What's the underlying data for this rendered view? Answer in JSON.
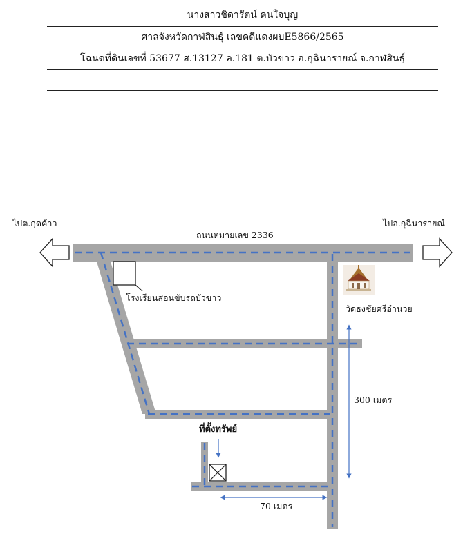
{
  "header": {
    "rows": [
      "นางสาวชิดารัตน์ คนใจบุญ",
      "ศาลจังหวัดกาฬสินธุ์ เลขคดีแดงผบE5866/2565",
      "โฉนดที่ดินเลขที่ 53677 ส.13127 ล.181 ต.บัวขาว อ.กุฉินารายณ์ จ.กาฬสินธุ์",
      "",
      ""
    ]
  },
  "map": {
    "road_label": "ถนนหมายเลข 2336",
    "left_direction": "ไปต.กุดค้าว",
    "right_direction": "ไปอ.กุฉินารายณ์",
    "school_label": "โรงเรียนสอนขับรถบัวขาว",
    "temple_label": "วัดธงชัยศรีอำนวย",
    "property_label": "ที่ตั้งทรัพย์",
    "distance_vertical": "300 เมตร",
    "distance_horizontal": "70 เมตร",
    "colors": {
      "road": "#a6a6a6",
      "center_line": "#4472c4",
      "arrow_line": "#4472c4"
    }
  }
}
